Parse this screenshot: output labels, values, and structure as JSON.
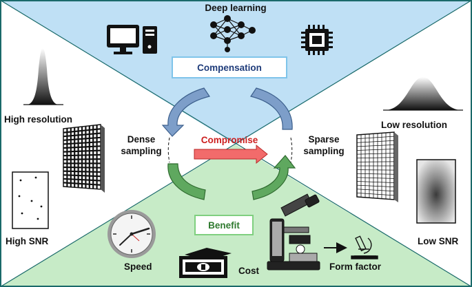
{
  "labels": {
    "deep_learning": "Deep learning",
    "compensation": "Compensation",
    "high_resolution": "High resolution",
    "low_resolution": "Low resolution",
    "dense_sampling_line1": "Dense",
    "dense_sampling_line2": "sampling",
    "sparse_sampling_line1": "Sparse",
    "sparse_sampling_line2": "sampling",
    "compromise": "Compromise",
    "benefit": "Benefit",
    "high_snr": "High SNR",
    "low_snr": "Low SNR",
    "speed": "Speed",
    "cost": "Cost",
    "form_factor": "Form factor"
  },
  "colors": {
    "top_region": "#bfe0f5",
    "bottom_region": "#c7ebc7",
    "compensation_box_border": "#7fc4ea",
    "benefit_box_border": "#7fcf7f",
    "arrow_blue": "#7d9ec9",
    "arrow_green": "#5fa85f",
    "compromise_arrow": "#f26b6b",
    "frame": "#1a6a6a"
  },
  "icons": {
    "top": [
      "desktop-computer-icon",
      "neural-network-icon",
      "microchip-icon"
    ],
    "left": [
      "narrow-peak-icon",
      "dense-grid-icon",
      "sparse-dots-icon"
    ],
    "right": [
      "wide-peak-icon",
      "sparse-grid-icon",
      "noisy-image-icon"
    ],
    "bottom": [
      "clock-icon",
      "money-icon",
      "microscope-icon",
      "small-microscope-icon"
    ]
  }
}
